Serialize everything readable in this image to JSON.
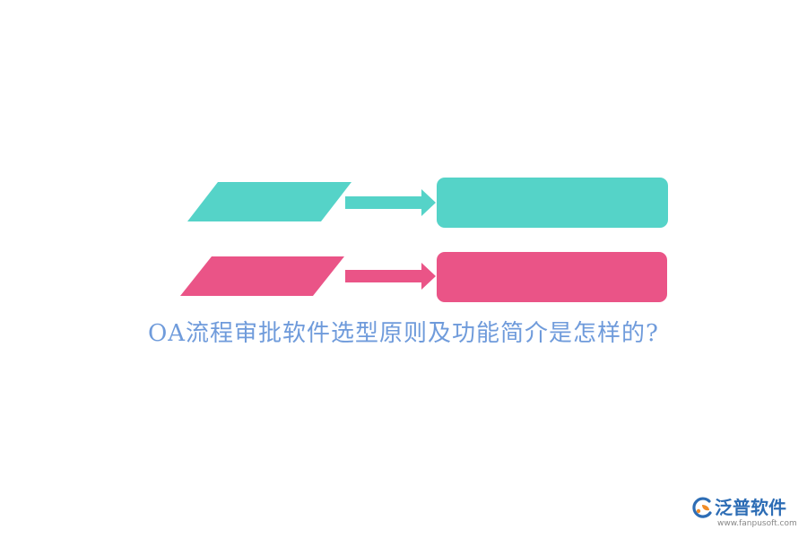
{
  "colors": {
    "teal": "#55d3c8",
    "pink": "#ea5487",
    "headline": "#6f9bdb",
    "brand_blue": "#2d6db5",
    "brand_orange": "#f08c28",
    "url": "#888888"
  },
  "diagram": {
    "rows": [
      {
        "color_key": "teal"
      },
      {
        "color_key": "pink"
      }
    ]
  },
  "headline": {
    "text": "OA流程审批软件选型原则及功能简介是怎样的?"
  },
  "brand": {
    "name": "泛普软件",
    "url": "www.fanpusoft.com",
    "logo_icon": "fanpu-logo-icon"
  }
}
